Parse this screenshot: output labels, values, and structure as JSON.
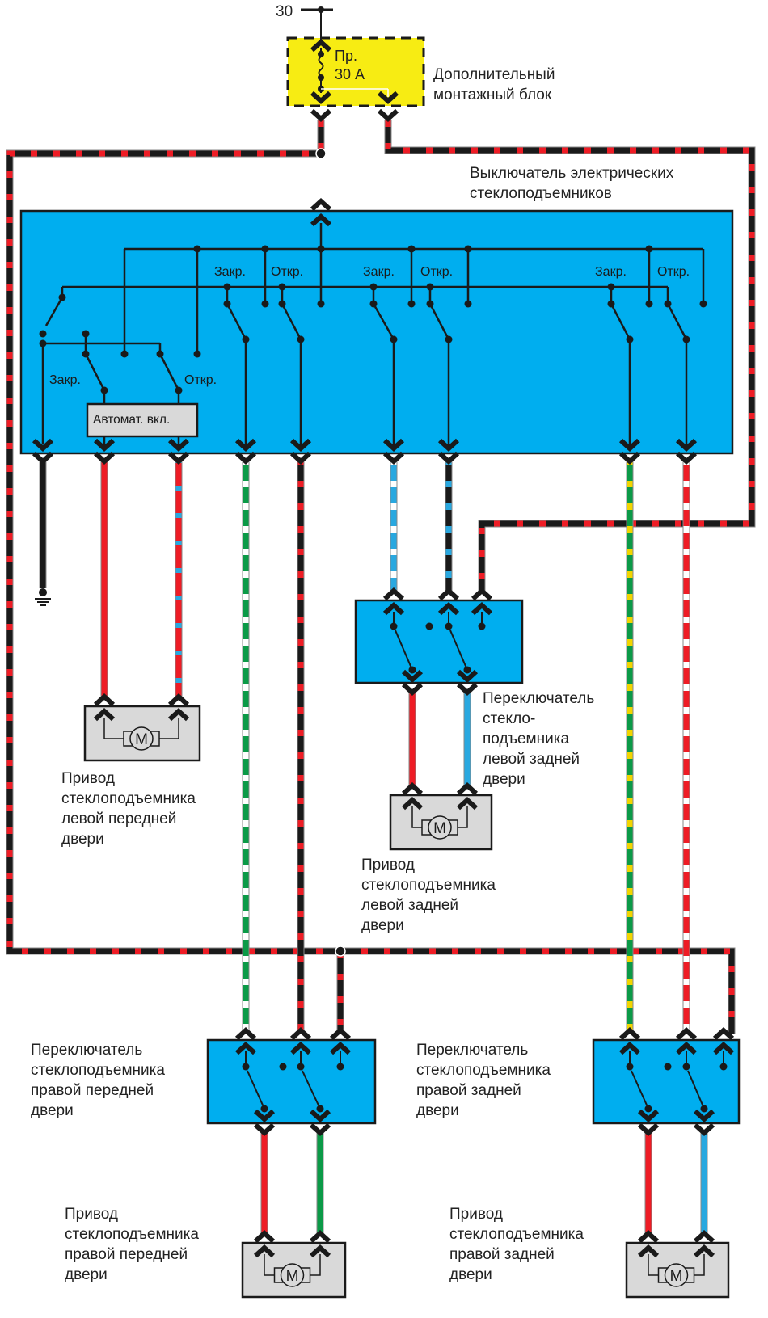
{
  "title": "Схема электрических стеклоподъемников",
  "colors": {
    "switch_block": "#00aeef",
    "fuse_block": "#f7ec13",
    "motor_block": "#d9d9d9",
    "wire_red": "#ee1c25",
    "wire_black": "#1a1a1a",
    "wire_green": "#0b9a47",
    "wire_blue": "#29a8e0",
    "wire_yellow": "#f2d500",
    "wire_white": "#ffffff"
  },
  "power": {
    "terminal_label": "30",
    "fuse_label_line1": "Пр.",
    "fuse_label_line2": "30 А",
    "block_label": "Дополнительный\nмонтажный блок"
  },
  "main_switch": {
    "label": "Выключатель электрических\nстеклоподъемников",
    "auto_label": "Автомат. вкл.",
    "close_label": "Закр.",
    "open_label": "Откр."
  },
  "components": {
    "left_front_motor": "Привод\nстеклоподъемника\nлевой передней\nдвери",
    "left_rear_switch": "Переключатель\nстекло-\nподъемника\nлевой задней\nдвери",
    "left_rear_motor": "Привод\nстеклоподъемника\nлевой задней\nдвери",
    "right_front_switch": "Переключатель\nстеклоподъемника\nправой передней\nдвери",
    "right_front_motor": "Привод\nстеклоподъемника\nправой передней\nдвери",
    "right_rear_switch": "Переключатель\nстеклоподъемника\nправой задней\nдвери",
    "right_rear_motor": "Привод\nстеклоподъемника\nправой задней\nдвери",
    "motor_symbol": "M"
  },
  "wires": [
    {
      "id": "power-main",
      "colors": [
        "black",
        "red"
      ]
    },
    {
      "id": "ground",
      "colors": [
        "black"
      ]
    },
    {
      "id": "lf-motor-a",
      "colors": [
        "red"
      ]
    },
    {
      "id": "lf-motor-b",
      "colors": [
        "red",
        "blue"
      ]
    },
    {
      "id": "rf-close",
      "colors": [
        "green",
        "white"
      ]
    },
    {
      "id": "rf-open",
      "colors": [
        "black",
        "red"
      ]
    },
    {
      "id": "lr-close",
      "colors": [
        "blue",
        "white"
      ]
    },
    {
      "id": "lr-open",
      "colors": [
        "black",
        "blue"
      ]
    },
    {
      "id": "rr-close",
      "colors": [
        "green",
        "yellow"
      ]
    },
    {
      "id": "rr-open",
      "colors": [
        "red",
        "white"
      ]
    },
    {
      "id": "lr-motor-a",
      "colors": [
        "red"
      ]
    },
    {
      "id": "lr-motor-b",
      "colors": [
        "blue"
      ]
    },
    {
      "id": "rf-motor-a",
      "colors": [
        "red"
      ]
    },
    {
      "id": "rf-motor-b",
      "colors": [
        "green"
      ]
    },
    {
      "id": "rr-motor-a",
      "colors": [
        "red"
      ]
    },
    {
      "id": "rr-motor-b",
      "colors": [
        "blue"
      ]
    }
  ]
}
